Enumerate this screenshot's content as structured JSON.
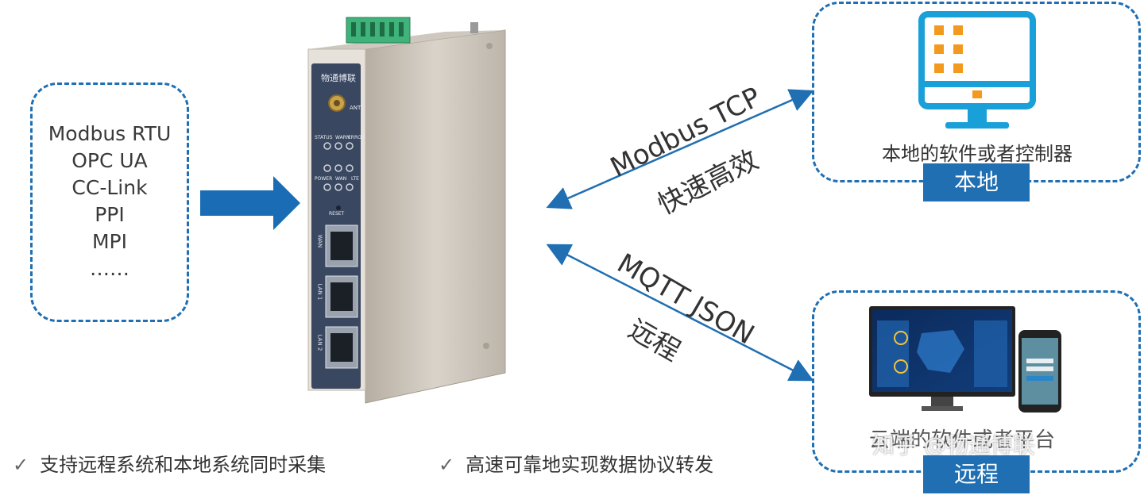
{
  "protocols": [
    "Modbus RTU",
    "OPC UA",
    "CC-Link",
    "PPI",
    "MPI",
    "……"
  ],
  "links": {
    "local": {
      "protocol": "Modbus TCP",
      "note": "快速高效"
    },
    "remote": {
      "protocol": "MQTT JSON",
      "note": "远程"
    }
  },
  "local": {
    "caption": "本地的软件或者控制器",
    "tag": "本地"
  },
  "remote": {
    "caption": "云端的软件或者平台",
    "tag": "远程",
    "watermark": "知乎 @物通博联"
  },
  "device": {
    "brand": "物通博联",
    "labels": {
      "ant": "ANT",
      "status": "STATUS",
      "warn": "WARN",
      "error": "ERROR",
      "power": "POWER",
      "wan": "WAN",
      "lte": "LTE",
      "reset": "RESET",
      "port1": "WAN",
      "port2": "LAN 1",
      "port3": "LAN 2"
    }
  },
  "features": [
    {
      "check": "✓",
      "text": "支持远程系统和本地系统同时采集"
    },
    {
      "check": "✓",
      "text": "高速可靠地实现数据协议转发"
    }
  ],
  "colors": {
    "accent": "#1f6fb2",
    "orange": "#f39a1e",
    "screen_blue": "#1aa0d8"
  }
}
